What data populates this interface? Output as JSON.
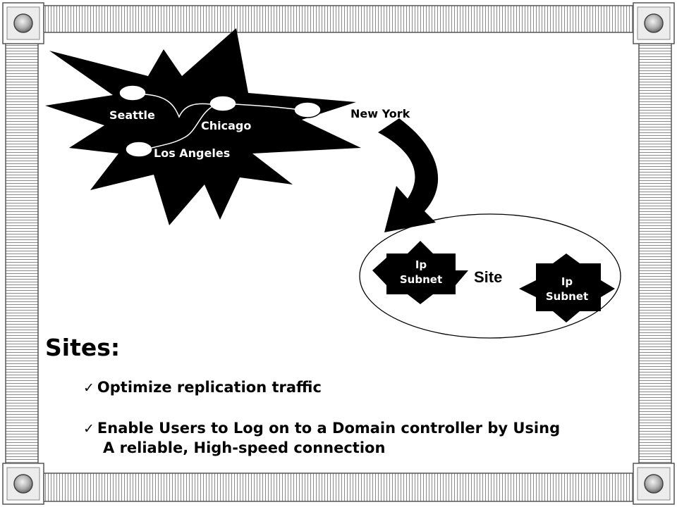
{
  "diagram": {
    "cities": {
      "seattle": "Seattle",
      "chicago": "Chicago",
      "los_angeles": "Los Angeles",
      "new_york": "New York"
    },
    "site_label": "Site",
    "subnet_left": {
      "line1": "Ip",
      "line2": "Subnet"
    },
    "subnet_right": {
      "line1": "Ip",
      "line2": "Subnet"
    }
  },
  "slide": {
    "title": "Sites:",
    "bullets": [
      {
        "check": "✓",
        "text": "Optimize replication traffic"
      },
      {
        "check": "✓",
        "text": "Enable Users to Log on to a Domain controller by Using",
        "continuation": "A reliable, High-speed connection"
      }
    ]
  }
}
